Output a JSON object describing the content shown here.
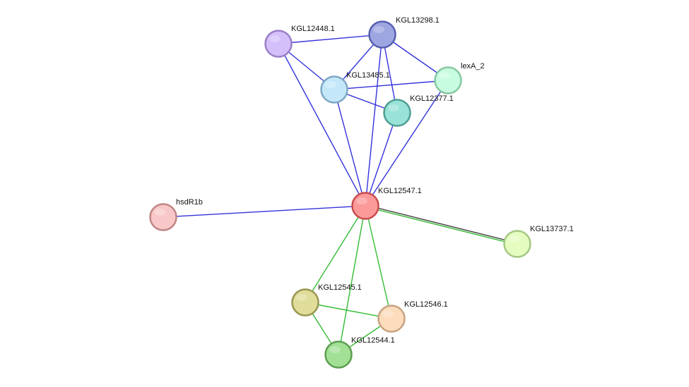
{
  "network": {
    "nodes": [
      {
        "id": "KGL12547.1",
        "label": "KGL12547.1",
        "color": "#fc9a9a",
        "stroke": "#c84c4c"
      },
      {
        "id": "KGL12448.1",
        "label": "KGL12448.1",
        "color": "#d4bffa",
        "stroke": "#9a7fc8"
      },
      {
        "id": "KGL13298.1",
        "label": "KGL13298.1",
        "color": "#9ea6e2",
        "stroke": "#5660b0"
      },
      {
        "id": "KGL13485.1",
        "label": "KGL13485.1",
        "color": "#c4e8fa",
        "stroke": "#7ea8c4"
      },
      {
        "id": "lexA_2",
        "label": "lexA_2",
        "color": "#c8fce0",
        "stroke": "#86c8a2"
      },
      {
        "id": "KGL12377.1",
        "label": "KGL12377.1",
        "color": "#99e2d8",
        "stroke": "#4e9e94"
      },
      {
        "id": "hsdR1b",
        "label": "hsdR1b",
        "color": "#f8c8c8",
        "stroke": "#c08484"
      },
      {
        "id": "KGL13737.1",
        "label": "KGL13737.1",
        "color": "#e4fcc0",
        "stroke": "#a4c882"
      },
      {
        "id": "KGL12545.1",
        "label": "KGL12545.1",
        "color": "#e0dc9a",
        "stroke": "#9a9650"
      },
      {
        "id": "KGL12546.1",
        "label": "KGL12546.1",
        "color": "#fcdcbc",
        "stroke": "#c8a282"
      },
      {
        "id": "KGL12544.1",
        "label": "KGL12544.1",
        "color": "#a2e096",
        "stroke": "#5c9e50"
      }
    ],
    "edges": [
      {
        "source": "KGL12448.1",
        "target": "KGL13298.1",
        "colors": [
          "#3333dd"
        ]
      },
      {
        "source": "KGL12448.1",
        "target": "KGL13485.1",
        "colors": [
          "#3333dd"
        ]
      },
      {
        "source": "KGL12448.1",
        "target": "KGL12547.1",
        "colors": [
          "#3333dd"
        ]
      },
      {
        "source": "KGL13298.1",
        "target": "KGL13485.1",
        "colors": [
          "#3333dd"
        ]
      },
      {
        "source": "KGL13298.1",
        "target": "lexA_2",
        "colors": [
          "#3333dd"
        ]
      },
      {
        "source": "KGL13298.1",
        "target": "KGL12377.1",
        "colors": [
          "#3333dd"
        ]
      },
      {
        "source": "KGL13298.1",
        "target": "KGL12547.1",
        "colors": [
          "#3333dd"
        ]
      },
      {
        "source": "KGL13485.1",
        "target": "lexA_2",
        "colors": [
          "#3333dd"
        ]
      },
      {
        "source": "KGL13485.1",
        "target": "KGL12377.1",
        "colors": [
          "#3333dd"
        ]
      },
      {
        "source": "KGL13485.1",
        "target": "KGL12547.1",
        "colors": [
          "#3333dd"
        ]
      },
      {
        "source": "KGL12377.1",
        "target": "KGL12547.1",
        "colors": [
          "#3333dd"
        ]
      },
      {
        "source": "lexA_2",
        "target": "KGL12547.1",
        "colors": [
          "#3333dd"
        ]
      },
      {
        "source": "hsdR1b",
        "target": "KGL12547.1",
        "colors": [
          "#3333dd"
        ]
      },
      {
        "source": "KGL12547.1",
        "target": "KGL13737.1",
        "colors": [
          "#444444",
          "#33bb33"
        ]
      },
      {
        "source": "KGL12547.1",
        "target": "KGL12545.1",
        "colors": [
          "#33bb33"
        ]
      },
      {
        "source": "KGL12547.1",
        "target": "KGL12546.1",
        "colors": [
          "#33bb33"
        ]
      },
      {
        "source": "KGL12547.1",
        "target": "KGL12544.1",
        "colors": [
          "#33bb33"
        ]
      },
      {
        "source": "KGL12545.1",
        "target": "KGL12546.1",
        "colors": [
          "#33bb33"
        ]
      },
      {
        "source": "KGL12545.1",
        "target": "KGL12544.1",
        "colors": [
          "#33bb33"
        ]
      },
      {
        "source": "KGL12546.1",
        "target": "KGL12544.1",
        "colors": [
          "#33bb33"
        ]
      }
    ]
  }
}
